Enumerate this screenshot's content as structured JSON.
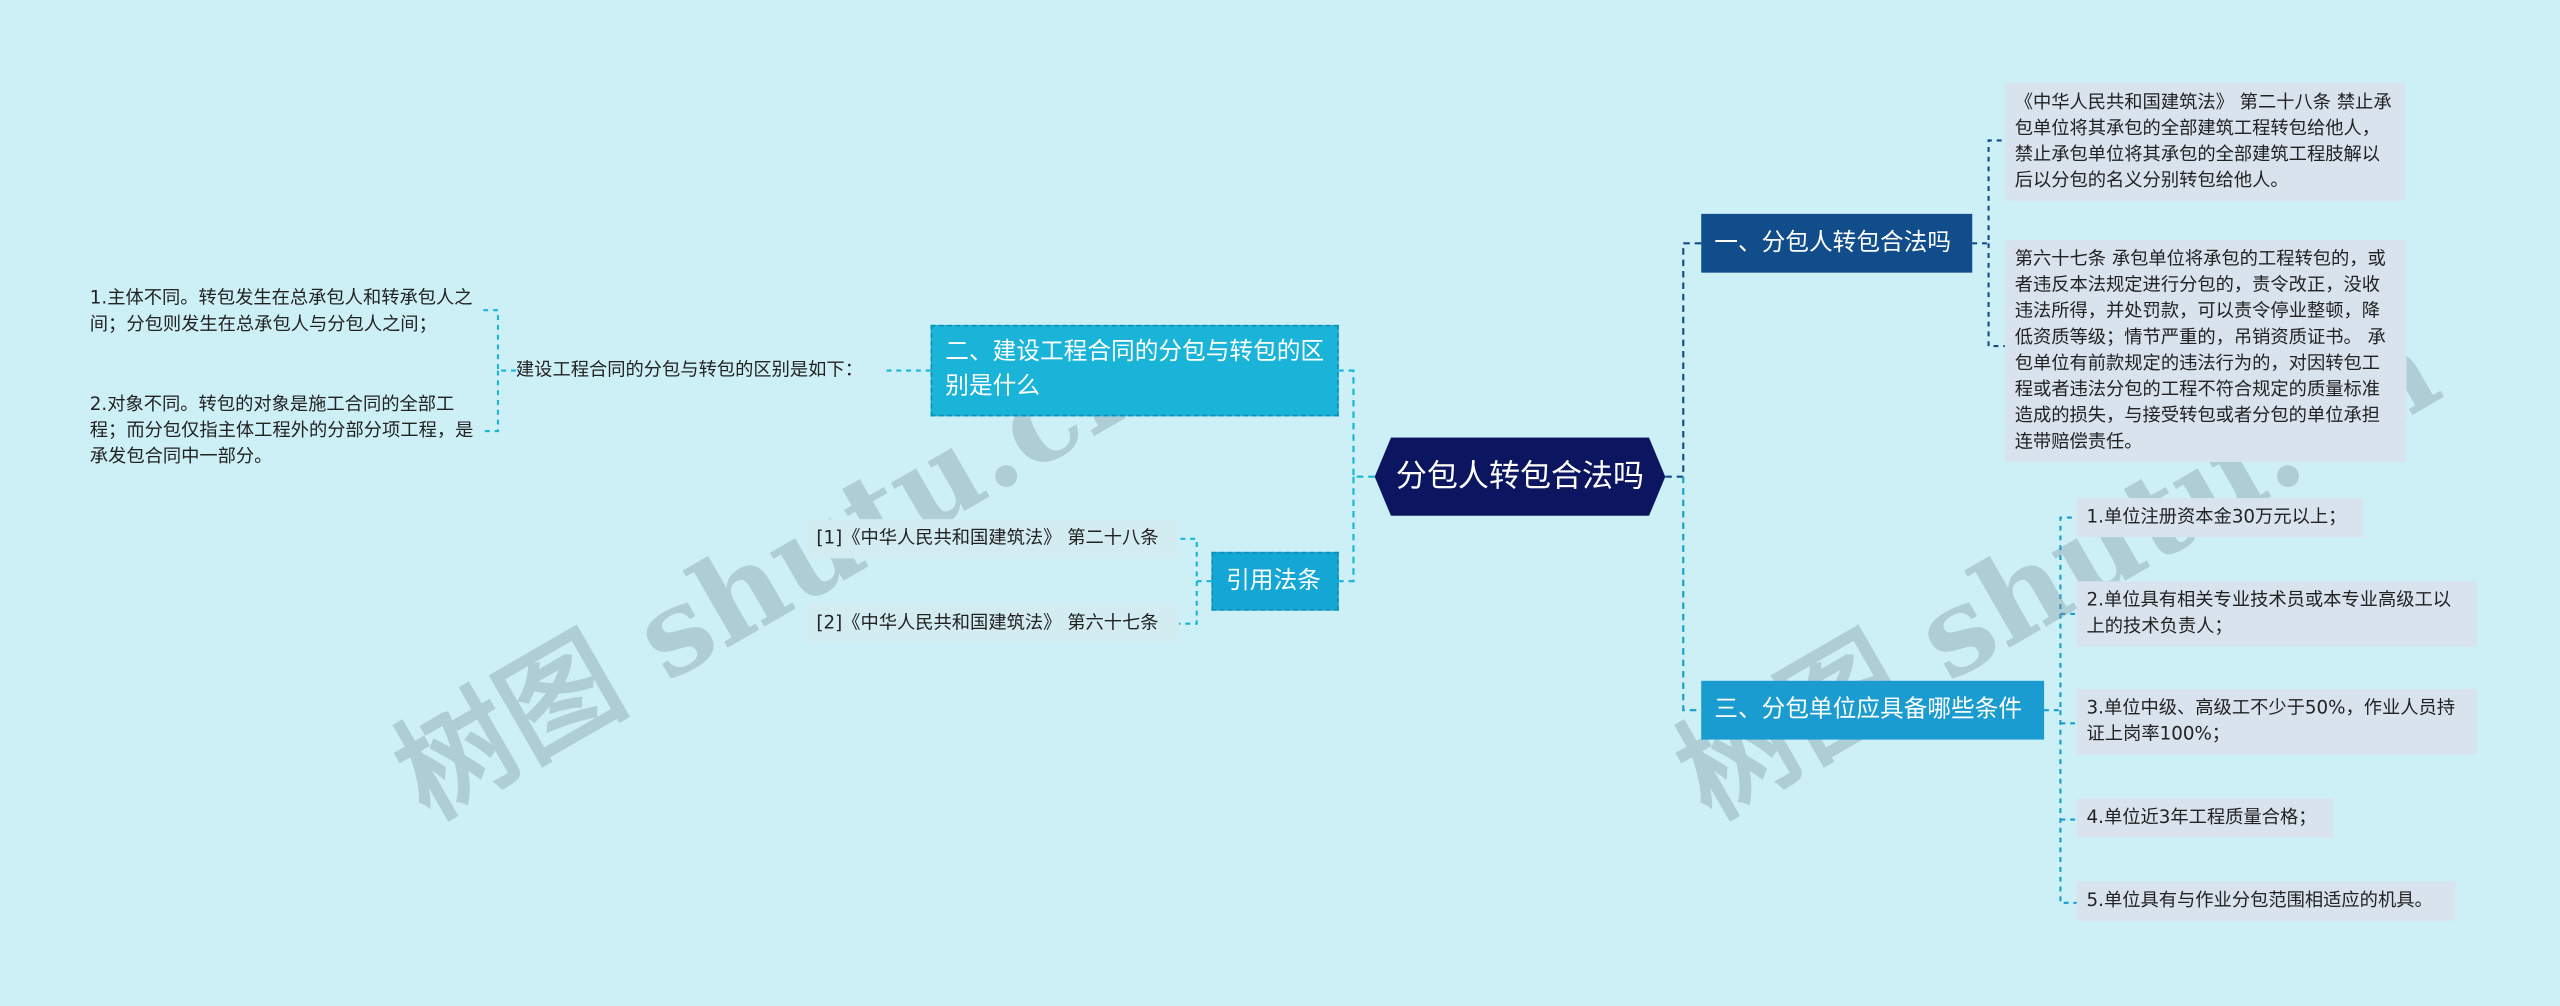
{
  "center": "分包人转包合法吗",
  "right": [
    {
      "title": "一、分包人转包合法吗",
      "children": [
        "《中华人民共和国建筑法》 第二十八条 禁止承包单位将其承包的全部建筑工程转包给他人，禁止承包单位将其承包的全部建筑工程肢解以后以分包的名义分别转包给他人。",
        "第六十七条 承包单位将承包的工程转包的，或者违反本法规定进行分包的，责令改正，没收违法所得，并处罚款，可以责令停业整顿，降低资质等级；情节严重的，吊销资质证书。 承包单位有前款规定的违法行为的，对因转包工程或者违法分包的工程不符合规定的质量标准造成的损失，与接受转包或者分包的单位承担连带赔偿责任。"
      ]
    },
    {
      "title": "三、分包单位应具备哪些条件",
      "children": [
        "1.单位注册资本金30万元以上；",
        "2.单位具有相关专业技术员或本专业高级工以上的技术负责人；",
        "3.单位中级、高级工不少于50%，作业人员持证上岗率100%；",
        "4.单位近3年工程质量合格；",
        "5.单位具有与作业分包范围相适应的机具。"
      ]
    }
  ],
  "left": [
    {
      "title": "二、建设工程合同的分包与转包的区别是什么",
      "mid": "建设工程合同的分包与转包的区别是如下：",
      "children": [
        "1.主体不同。转包发生在总承包人和转承包人之间；分包则发生在总承包人与分包人之间；",
        "2.对象不同。转包的对象是施工合同的全部工程；而分包仅指主体工程外的分部分项工程，是承发包合同中一部分。"
      ]
    },
    {
      "title": "引用法条",
      "children": [
        "[1]《中华人民共和国建筑法》 第二十八条",
        "[2]《中华人民共和国建筑法》 第六十七条"
      ]
    }
  ],
  "watermark": "树图 shutu.cn",
  "colors": {
    "background": "#cdf0f7",
    "center": "#0c1660",
    "branch1": "#114d8a",
    "branch3": "#1a9cd0",
    "branch2": "#19b4d8",
    "leaf": "#d8e3ee"
  }
}
